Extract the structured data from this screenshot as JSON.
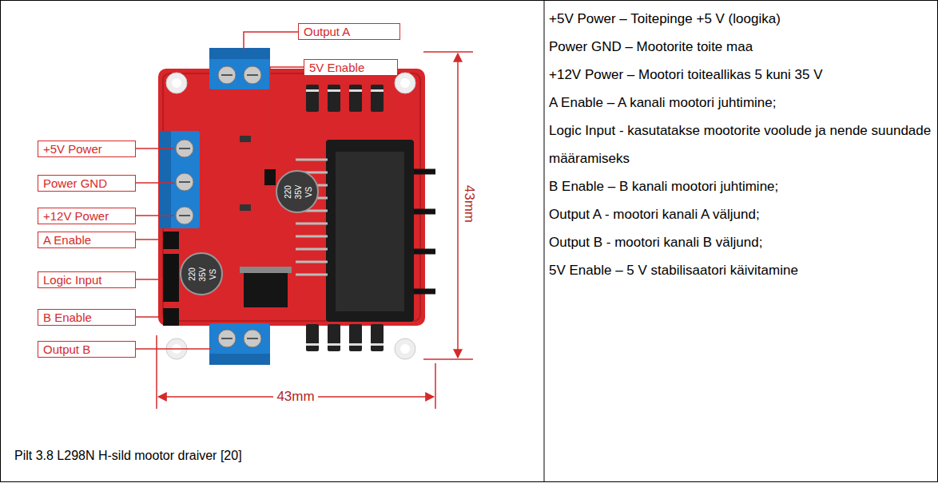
{
  "diagram": {
    "caption": "Pilt 3.8 L298N H-sild mootor draiver [20]",
    "nodes": [
      {
        "text": [
          "Output A"
        ]
      },
      {
        "text": [
          "5V Enable"
        ]
      },
      {
        "text": [
          "+5V Power"
        ]
      },
      {
        "text": [
          "Power GND"
        ]
      },
      {
        "text": [
          "+12V Power"
        ]
      },
      {
        "text": [
          "A Enable"
        ]
      },
      {
        "text": [
          "Logic Input"
        ]
      },
      {
        "text": [
          "B Enable"
        ]
      },
      {
        "text": [
          "Output B"
        ]
      }
    ],
    "labels": [
      "43mm",
      "43mm",
      "220",
      "35V",
      "VS",
      "220",
      "35V",
      "VS",
      "+5V Power – Toitepinge +5 V (loogika)",
      "Power GND – Mootorite toite maa",
      "+12V Power – Mootori toiteallikas 5 kuni 35 V",
      "A Enable – A kanali mootori juhtimine;",
      "Logic Input - kasutatakse mootorite voolude ja nende suundade määramiseks",
      "B Enable – B kanali mootori juhtimine;",
      "Output A - mootori kanali A väljund;",
      "Output B - mootori kanali B väljund;",
      "5V Enable – 5 V stabilisaatori käivitamine"
    ]
  }
}
